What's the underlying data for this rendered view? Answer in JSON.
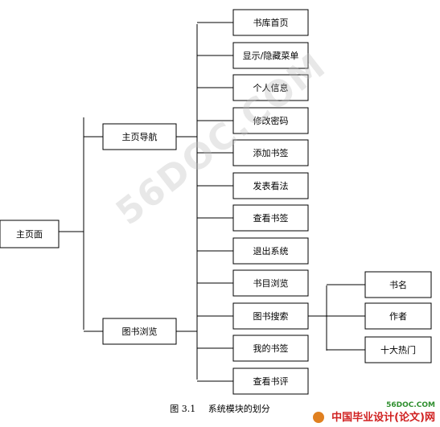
{
  "diagram": {
    "root": {
      "id": "root",
      "label": "主页面"
    },
    "level1": [
      {
        "id": "nav",
        "label": "主页导航"
      },
      {
        "id": "browse",
        "label": "图书浏览"
      }
    ],
    "level2": [
      {
        "id": "n1",
        "label": "书库首页"
      },
      {
        "id": "n2",
        "label": "显示/隐藏菜单"
      },
      {
        "id": "n3",
        "label": "个人信息"
      },
      {
        "id": "n4",
        "label": "修改密码"
      },
      {
        "id": "n5",
        "label": "添加书签"
      },
      {
        "id": "n6",
        "label": "发表看法"
      },
      {
        "id": "n7",
        "label": "查看书签"
      },
      {
        "id": "n8",
        "label": "退出系统"
      },
      {
        "id": "n9",
        "label": "书目浏览"
      },
      {
        "id": "n10",
        "label": "图书搜索"
      },
      {
        "id": "n11",
        "label": "我的书签"
      },
      {
        "id": "n12",
        "label": "查看书评"
      }
    ],
    "level3": [
      {
        "id": "s1",
        "label": "书名"
      },
      {
        "id": "s2",
        "label": "作者"
      },
      {
        "id": "s3",
        "label": "十大热门"
      }
    ],
    "edges": [
      [
        "root",
        "nav"
      ],
      [
        "root",
        "browse"
      ],
      [
        "nav",
        "n1"
      ],
      [
        "nav",
        "n2"
      ],
      [
        "nav",
        "n3"
      ],
      [
        "nav",
        "n4"
      ],
      [
        "nav",
        "n5"
      ],
      [
        "nav",
        "n6"
      ],
      [
        "nav",
        "n7"
      ],
      [
        "nav",
        "n8"
      ],
      [
        "nav",
        "n9"
      ],
      [
        "nav",
        "n10"
      ],
      [
        "nav",
        "n11"
      ],
      [
        "nav",
        "n12"
      ],
      [
        "n10",
        "s1"
      ],
      [
        "n10",
        "s2"
      ],
      [
        "n10",
        "s3"
      ]
    ]
  },
  "caption": {
    "number": "图 3.1",
    "title": "系统模块的划分"
  },
  "watermark": "56DOC.COM",
  "brand": {
    "site": "56DOC.COM",
    "text": "中国毕业设计(论文)网"
  }
}
